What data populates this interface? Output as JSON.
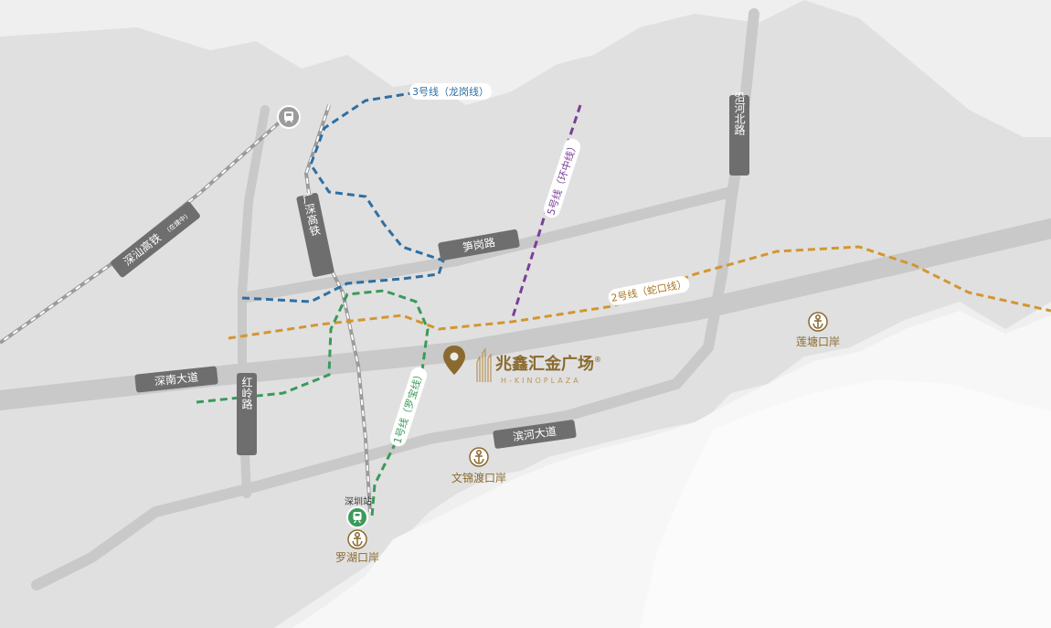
{
  "colors": {
    "land": "#dcdcdc",
    "water": "#f7f7f7",
    "road": "#c9c9c9",
    "label_bg": "#6e6e6e",
    "metro_1": "#3a9a5a",
    "metro_2": "#d3962f",
    "metro_3": "#2e6fa3",
    "metro_5": "#7b3f98",
    "railway": "#9b9b9b",
    "gold": "#8a6a2e"
  },
  "roads": {
    "shennan": "深南大道",
    "binhe": "滨河大道",
    "sungang": "笋岗路",
    "yanhe_north": "沿河北路",
    "hongling": "红岭路"
  },
  "railways": {
    "shenshan": "深汕高铁",
    "shenshan_note": "(在建中)",
    "guangshen": "广深高铁"
  },
  "metro_lines": {
    "line1": "1号线（罗宝线）",
    "line2": "2号线（蛇口线）",
    "line3": "3号线（龙岗线）",
    "line5": "5号线（环中线）"
  },
  "ports": {
    "lianTang": "莲塘口岸",
    "wenjindu": "文锦渡口岸",
    "luohu": "罗湖口岸"
  },
  "stations": {
    "shenzhen": "深圳站"
  },
  "project": {
    "name_cn": "兆鑫汇金广场",
    "name_en": "H-KINOPLAZA",
    "registered": "®"
  },
  "icons": {
    "pin": "location-pin-icon",
    "train": "train-icon",
    "anchor": "anchor-icon",
    "logo": "tower-logo-icon"
  }
}
